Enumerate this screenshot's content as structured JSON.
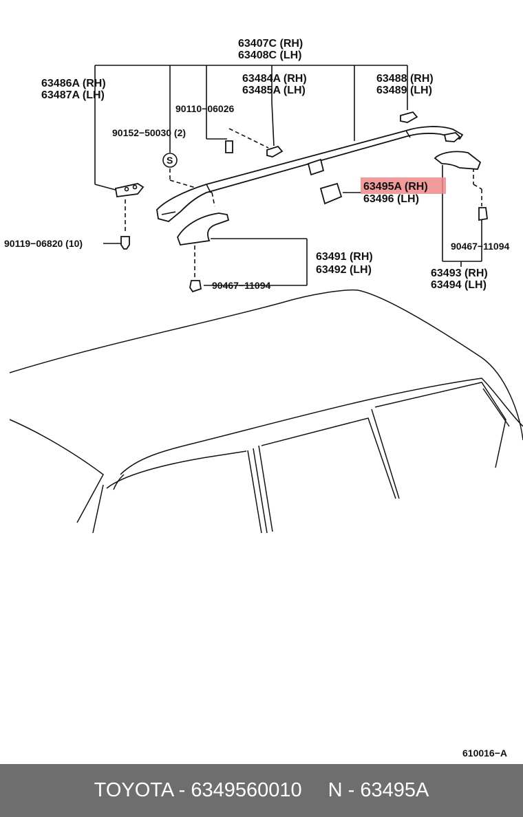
{
  "callouts": {
    "rail": [
      "63407C (RH)",
      "63408C (LH)"
    ],
    "front_cover_top": [
      "63486A (RH)",
      "63487A (LH)"
    ],
    "bracket_mid": [
      "63484A (RH)",
      "63485A (LH)"
    ],
    "bracket_rear": [
      "63488 (RH)",
      "63489 (LH)"
    ],
    "screw_a": "90110−06026",
    "screw_b": "90152−50030 (2)",
    "s_mark": "S",
    "clip_highlight": "63495A (RH)",
    "clip_lh": "63496 (LH)",
    "clip_left": "90119−06820 (10)",
    "end_cover_front": [
      "63491 (RH)",
      "63492 (LH)"
    ],
    "screw_front": "90467−11094",
    "screw_rear": "90467−11094",
    "end_cover_rear": [
      "63493 (RH)",
      "63494 (LH)"
    ],
    "drawing_code": "610016−A"
  },
  "footer": {
    "brand_part": "TOYOTA - 6349560010",
    "ref": "N - 63495A"
  },
  "colors": {
    "highlight": "#f08a8a",
    "footer_bg": "#6e6e6e"
  }
}
